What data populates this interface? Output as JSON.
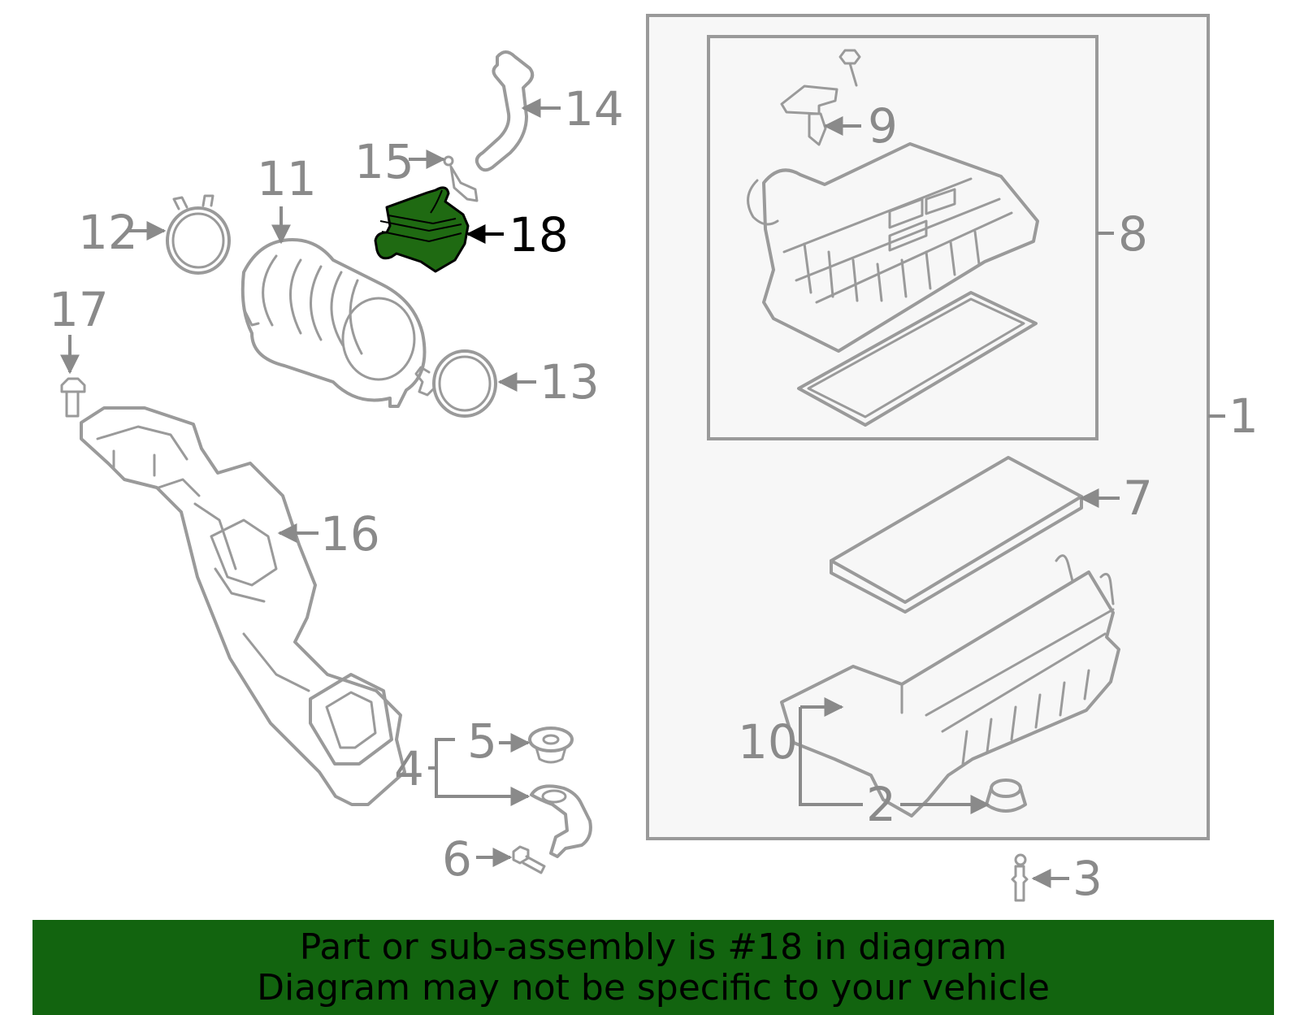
{
  "colors": {
    "highlight_part": "#1f6a12",
    "banner_bg": "#12640f",
    "line_gray": "#9a9a9a",
    "box_fill": "#f7f7f7"
  },
  "labels": {
    "l1": "1",
    "l2": "2",
    "l3": "3",
    "l4": "4",
    "l5": "5",
    "l6": "6",
    "l7": "7",
    "l8": "8",
    "l9": "9",
    "l10": "10",
    "l11": "11",
    "l12": "12",
    "l13": "13",
    "l14": "14",
    "l15": "15",
    "l16": "16",
    "l17": "17",
    "l18": "18"
  },
  "highlighted_part": "18",
  "banner": {
    "line1": "Part or sub-assembly is #18 in diagram",
    "line2": "Diagram may not be specific to your vehicle"
  }
}
